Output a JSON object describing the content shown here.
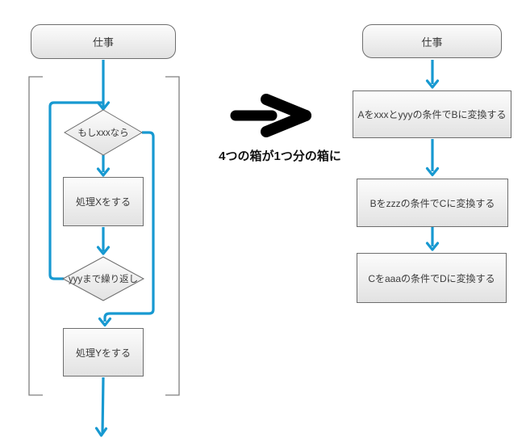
{
  "diagram_type": "flowchart-transformation",
  "colors": {
    "connector_blue": "#1799d1",
    "shape_border": "#6e6e6e",
    "shape_fill_top": "#fcfcfc",
    "shape_fill_bottom": "#e2e2e2",
    "bracket_gray": "#7f7f7f",
    "text": "#3b3b3b",
    "annotation_black": "#111111"
  },
  "left_flowchart": {
    "start_label": "仕事",
    "decision1_label": "もしxxxなら",
    "process_x_label": "処理Xをする",
    "decision2_label": "yyyまで繰り返し",
    "process_y_label": "処理Yをする"
  },
  "transform_annotation": {
    "arrow_icon": "bold-right-arrow",
    "caption": "4つの箱が1つ分の箱に"
  },
  "right_flowchart": {
    "start_label": "仕事",
    "steps": [
      "Aをxxxとyyyの条件でBに変換する",
      "Bをzzzの条件でCに変換する",
      "Cをaaaの条件でDに変換する"
    ]
  }
}
